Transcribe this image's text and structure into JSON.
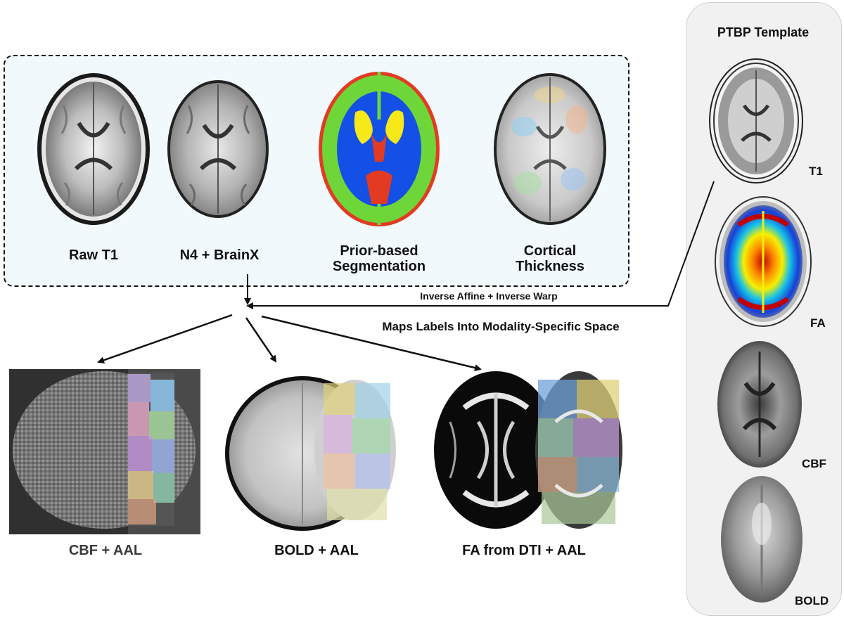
{
  "pipeline": {
    "stages": [
      {
        "label": "Raw T1",
        "icon": "raw-t1-brain-icon"
      },
      {
        "label": "N4 + BrainX",
        "icon": "n4-brain-icon"
      },
      {
        "label": "Prior-based\nSegmentation",
        "icon": "segmentation-brain-icon"
      },
      {
        "label": "Cortical\nThickness",
        "icon": "cortical-thickness-brain-icon"
      }
    ]
  },
  "transform": {
    "inverse_label": "Inverse Affine + Inverse Warp",
    "maps_label": "Maps Labels Into Modality-Specific Space"
  },
  "modalities": [
    {
      "label": "CBF + AAL",
      "icon": "cbf-aal-brain-icon"
    },
    {
      "label": "BOLD + AAL",
      "icon": "bold-aal-brain-icon"
    },
    {
      "label": "FA from DTI + AAL",
      "icon": "fa-aal-brain-icon"
    }
  ],
  "template": {
    "title": "PTBP Template",
    "items": [
      {
        "label": "T1",
        "icon": "template-t1-brain-icon"
      },
      {
        "label": "FA",
        "icon": "template-fa-brain-icon"
      },
      {
        "label": "CBF",
        "icon": "template-cbf-brain-icon"
      },
      {
        "label": "BOLD",
        "icon": "template-bold-brain-icon"
      }
    ]
  },
  "colors": {
    "seg_csf": "#e23b22",
    "seg_gm": "#6fd63a",
    "seg_wm": "#1450e6",
    "seg_deep": "#f7e81a",
    "box_fill": "#f1f9fd"
  }
}
